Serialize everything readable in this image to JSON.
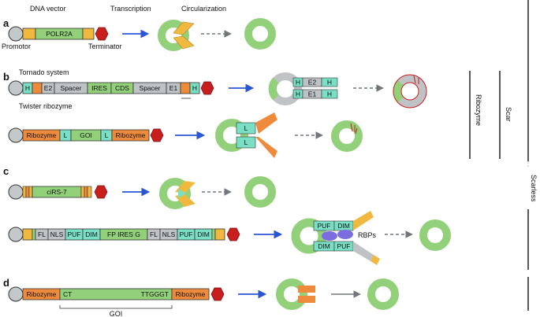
{
  "panels": {
    "a": {
      "label": "a",
      "top_labels": {
        "vector": "DNA vector",
        "transcription": "Transcription",
        "circularization": "Circularization"
      },
      "promotor": "Promotor",
      "terminator": "Terminator",
      "gene": "POLR2A"
    },
    "b": {
      "label": "b",
      "tornado": "Tornado system",
      "twister": "Twister ribozyme",
      "tornado_segments": [
        "H",
        "E2",
        "Spacer",
        "IRES",
        "CDS",
        "Spacer",
        "E1",
        "H"
      ],
      "loop_top": [
        "H",
        "E2",
        "H"
      ],
      "loop_bottom": [
        "H",
        "E1",
        "H"
      ],
      "ribozyme_segments": [
        "Ribozyme",
        "L",
        "GOI",
        "L",
        "Ribozyme"
      ],
      "L": "L"
    },
    "c": {
      "label": "c",
      "gene": "ciRS-7",
      "segments": [
        "FL",
        "NLS",
        "PUF",
        "DIM",
        "FP IRES G",
        "FL",
        "NLS",
        "PUF",
        "DIM"
      ],
      "complex_top": [
        "PUF",
        "DIM"
      ],
      "complex_bottom": [
        "DIM",
        "PUF"
      ],
      "rbps": "RBPs"
    },
    "d": {
      "label": "d",
      "segments": [
        "Ribozyme",
        "CT",
        "TTGGGT",
        "Ribozyme"
      ],
      "goi": "GOI"
    }
  },
  "side": {
    "ribozyme": "Ribozyme",
    "scar": "Scar",
    "scarless": "Scarless"
  },
  "colors": {
    "green": "#92d07a",
    "orange": "#ee8a3c",
    "yellow": "#f1b840",
    "teal": "#79e0c6",
    "gray": "#bfc3c6",
    "red": "#c81e1e",
    "blue": "#2a56d6",
    "arrow_gray": "#6f767c",
    "rbp": "#7b6de0"
  }
}
